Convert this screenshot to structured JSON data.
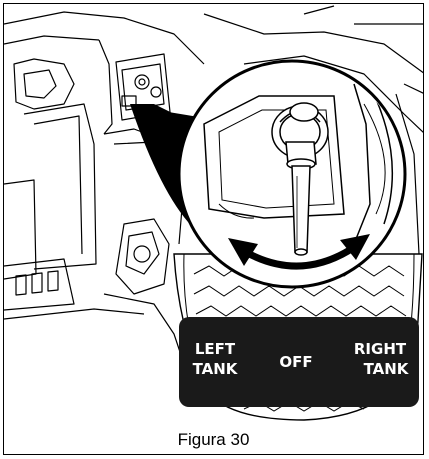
{
  "figure": {
    "caption": "Figura 30"
  },
  "selector_panel": {
    "left_line1": "LEFT",
    "left_line2": "TANK",
    "center": "OFF",
    "right_line1": "RIGHT",
    "right_line2": "TANK"
  },
  "icons": {
    "valve": "fuel-selector-valve-icon",
    "arrow": "double-headed-arrow-icon"
  },
  "colors": {
    "panel_background": "#1a1a1a",
    "panel_text": "#ffffff",
    "line_art": "#000000",
    "background": "#ffffff"
  }
}
